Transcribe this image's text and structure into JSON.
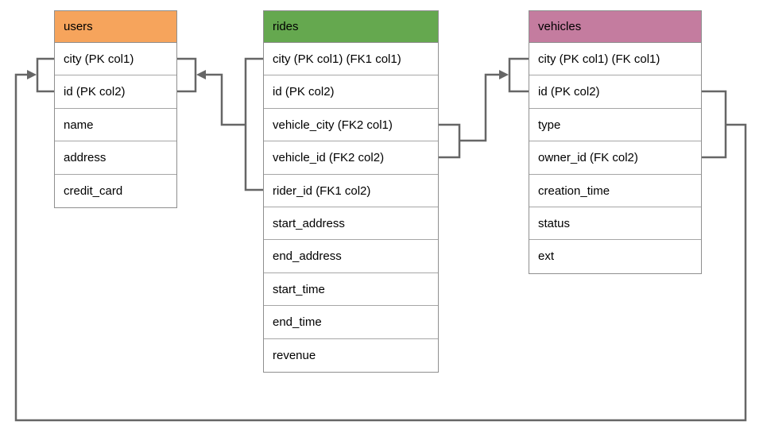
{
  "diagram": {
    "connector_color": "#666666",
    "tables": [
      {
        "name": "users",
        "header_color": "#F6A45C",
        "rows": [
          {
            "label": "city (PK col1)"
          },
          {
            "label": "id (PK col2)"
          },
          {
            "label": "name"
          },
          {
            "label": "address"
          },
          {
            "label": "credit_card"
          }
        ]
      },
      {
        "name": "rides",
        "header_color": "#65A84F",
        "rows": [
          {
            "label": "city (PK col1) (FK1 col1)"
          },
          {
            "label": "id (PK col2)"
          },
          {
            "label": "vehicle_city (FK2 col1)"
          },
          {
            "label": "vehicle_id (FK2 col2)"
          },
          {
            "label": "rider_id (FK1 col2)"
          },
          {
            "label": "start_address"
          },
          {
            "label": "end_address"
          },
          {
            "label": "start_time"
          },
          {
            "label": "end_time"
          },
          {
            "label": "revenue"
          }
        ]
      },
      {
        "name": "vehicles",
        "header_color": "#C47C9F",
        "rows": [
          {
            "label": "city (PK col1) (FK col1)"
          },
          {
            "label": "id (PK col2)"
          },
          {
            "label": "type"
          },
          {
            "label": "owner_id (FK col2)"
          },
          {
            "label": "creation_time"
          },
          {
            "label": "status"
          },
          {
            "label": "ext"
          }
        ]
      }
    ],
    "relationships": [
      {
        "from_table": "rides",
        "from_rows": "city, rider_id",
        "to_table": "users",
        "to_rows": "city, id"
      },
      {
        "from_table": "rides",
        "from_rows": "vehicle_city, vehicle_id",
        "to_table": "vehicles",
        "to_rows": "city, id"
      },
      {
        "from_table": "vehicles",
        "from_rows": "id, owner_id",
        "to_table": "users",
        "to_rows": "city, id"
      }
    ]
  }
}
